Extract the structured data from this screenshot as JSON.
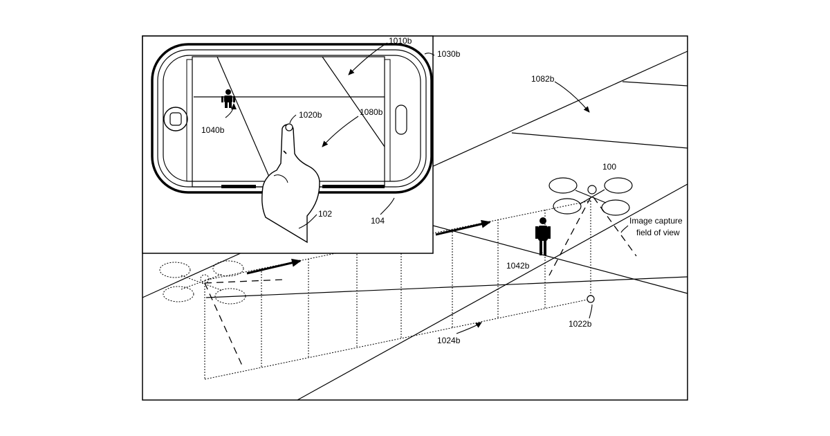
{
  "figure": {
    "labels": {
      "ref_1030b": "1030b",
      "ref_1010b": "1010b",
      "ref_1020b": "1020b",
      "ref_1080b": "1080b",
      "ref_1040b": "1040b",
      "ref_102": "102",
      "ref_104": "104",
      "ref_1082b": "1082b",
      "ref_100": "100",
      "ref_1042b": "1042b",
      "ref_1022b": "1022b",
      "ref_1024b": "1024b",
      "fov_line1": "Image capture",
      "fov_line2": "field of view"
    }
  }
}
